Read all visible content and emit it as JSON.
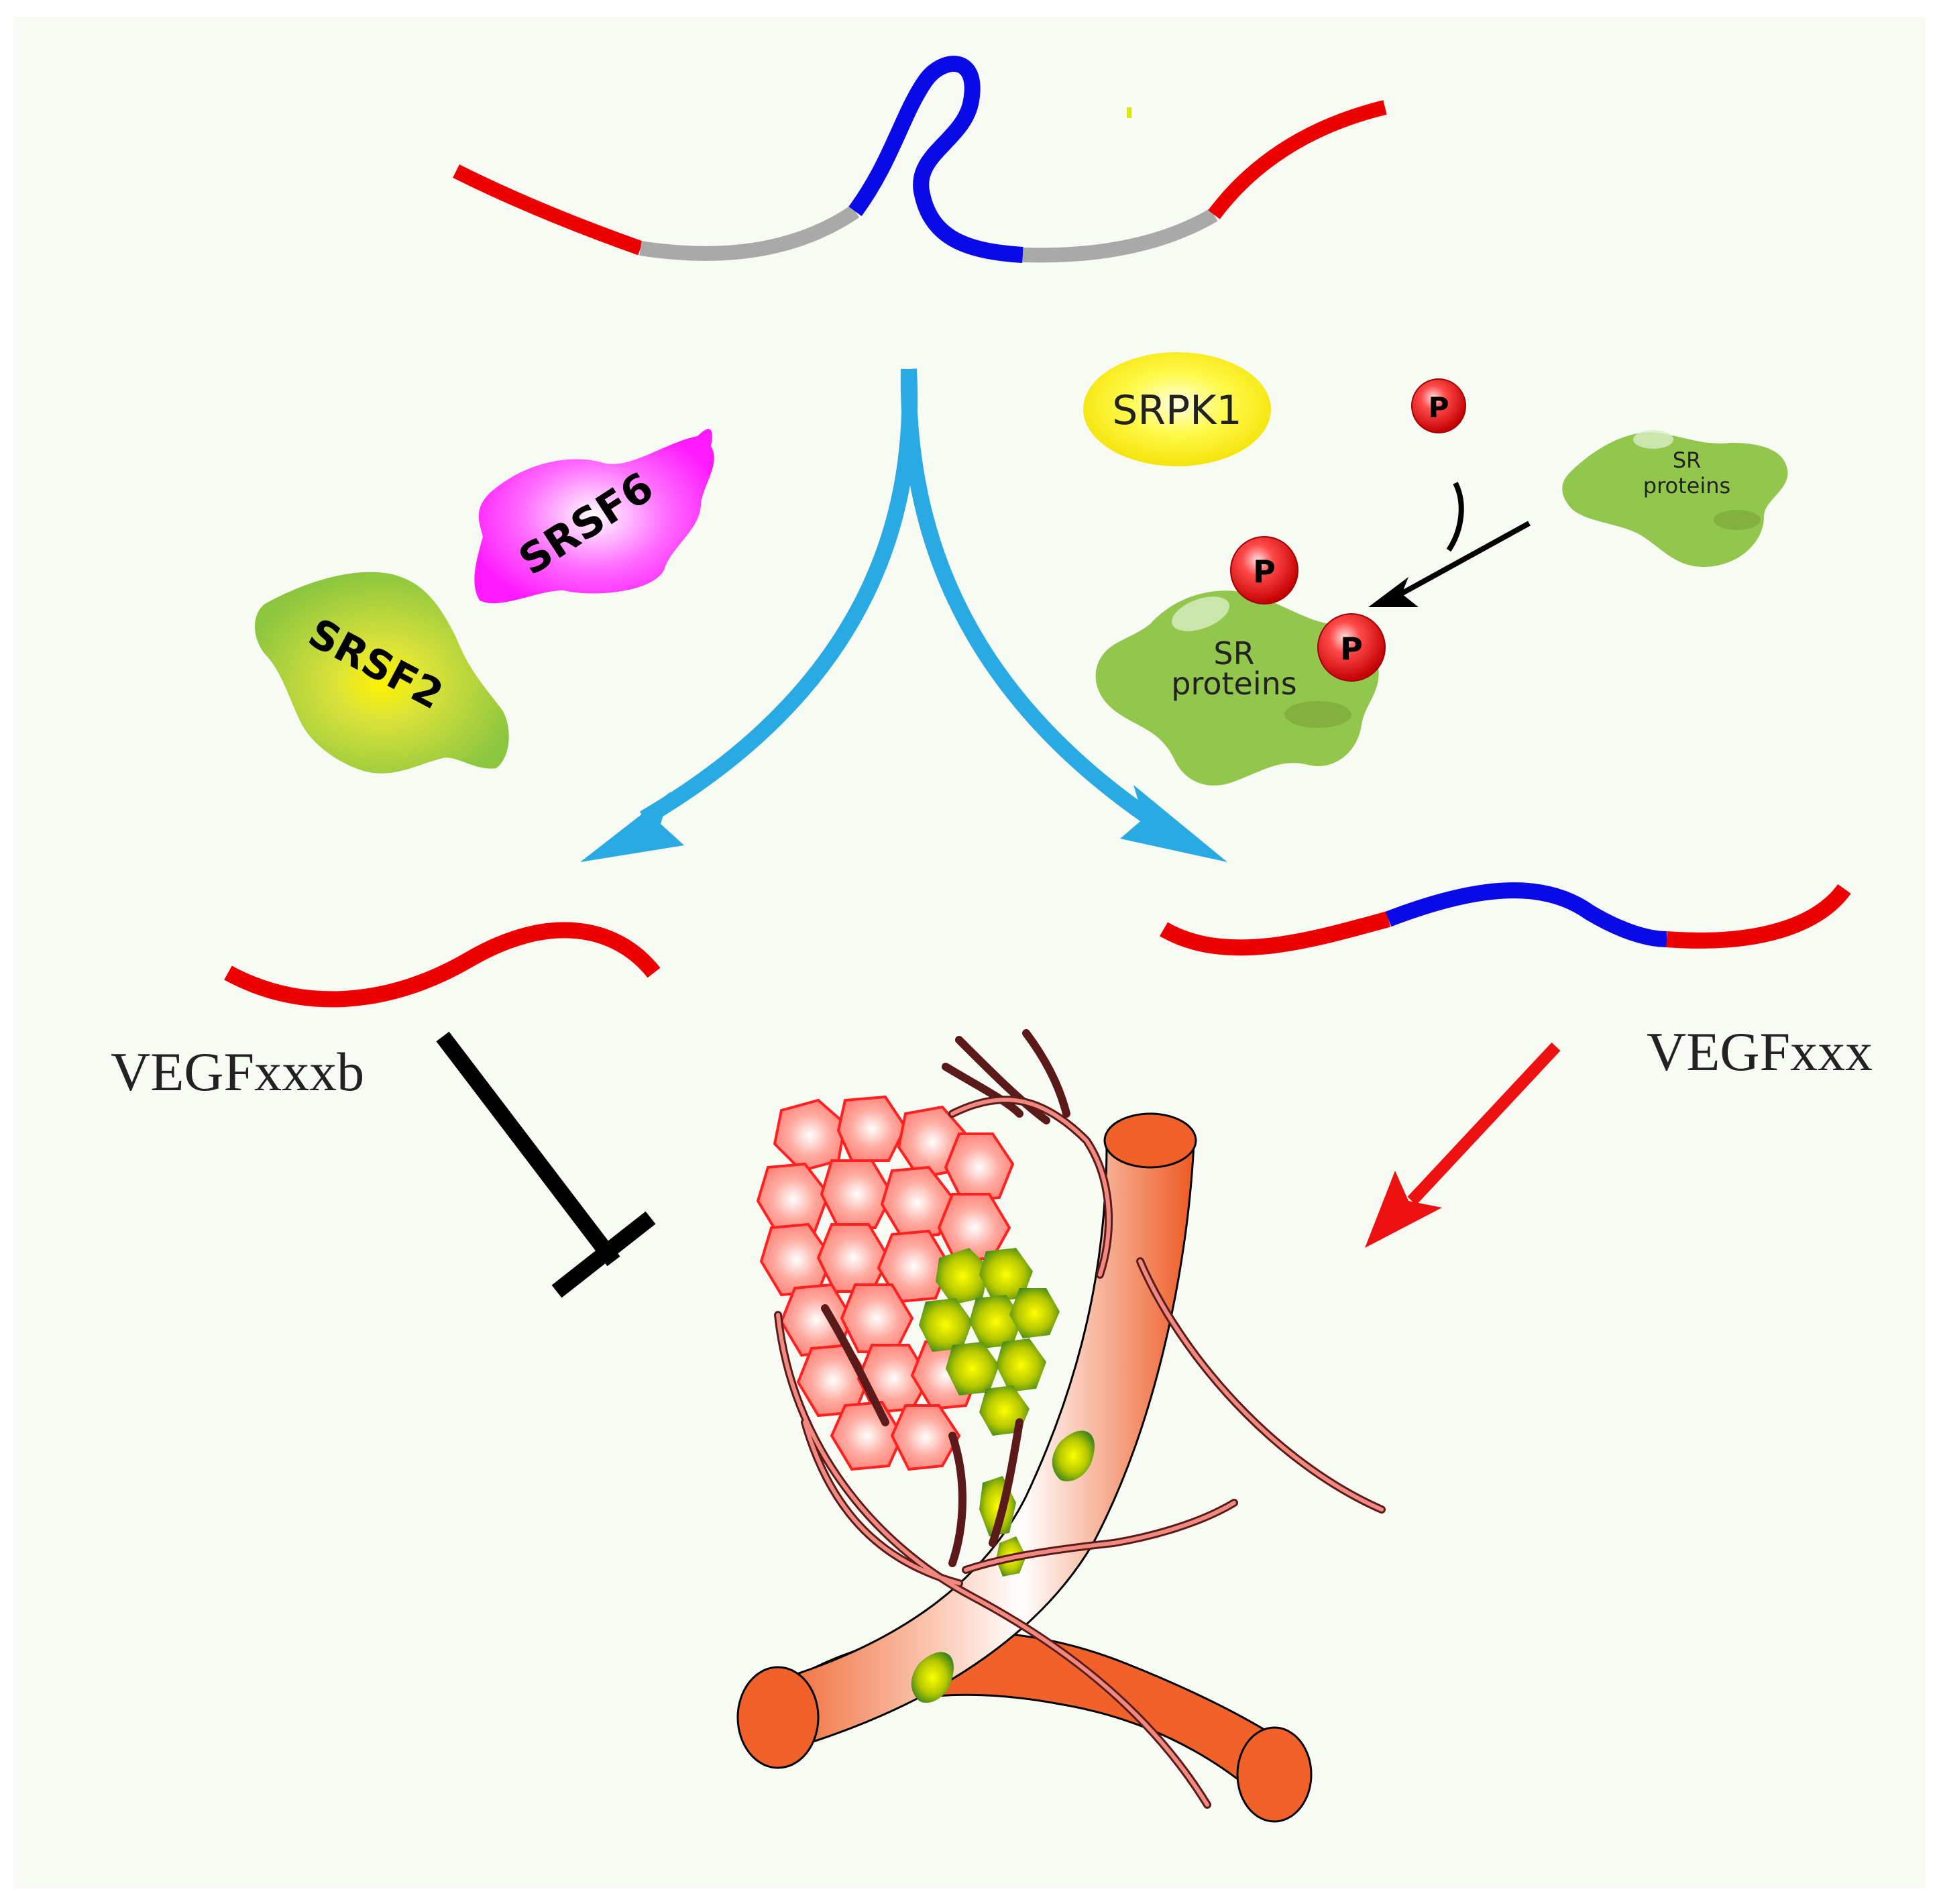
{
  "labels": {
    "srsf6": "SRSF6",
    "srsf2": "SRSF2",
    "srpk1": "SRPK1",
    "phospho": "P",
    "sr_small_line1": "SR",
    "sr_small_line2": "proteins",
    "sr_large_line1": "SR",
    "sr_large_line2": "proteins",
    "vegf_b": "VEGFxxxb",
    "vegf_a": "VEGFxxx"
  },
  "colors": {
    "background": "#f7fbf3",
    "exon_red": "#ee0000",
    "exon_blue": "#0a0ae6",
    "intron_gray": "#a9a9a9",
    "arrow_blue": "#2aaae2",
    "srsf6_magenta": "#ff3dff",
    "srsf2_green": "#8fc63e",
    "srpk1_yellow": "#fff200",
    "sr_protein_green": "#93c64c",
    "phospho_red": "#ee2020",
    "vessel_orange": "#f0622a",
    "tumor_red": "#ff3a3a",
    "inhibit_black": "#000000",
    "promote_red": "#ee1111"
  }
}
